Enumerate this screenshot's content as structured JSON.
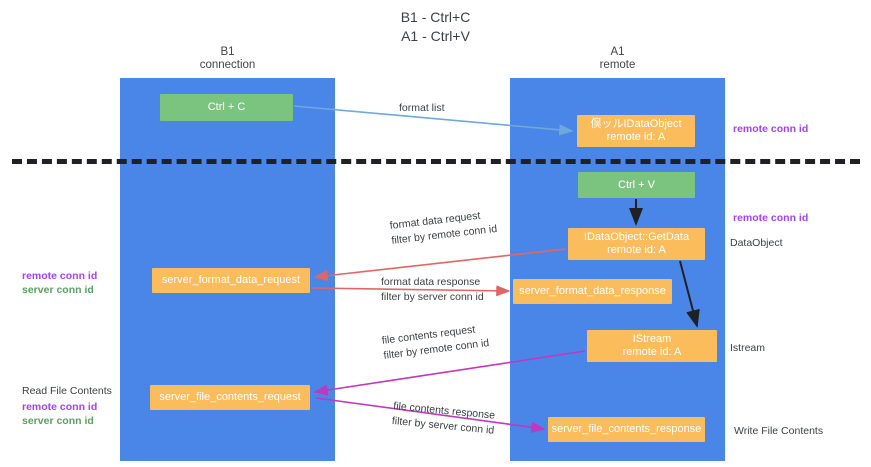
{
  "title": {
    "line1": "B1 - Ctrl+C",
    "line2": "A1 - Ctrl+V"
  },
  "lanes": [
    {
      "id": "b1",
      "line1": "B1",
      "line2": "connection",
      "color": "#4a86e8"
    },
    {
      "id": "a1",
      "line1": "A1",
      "line2": "remote",
      "color": "#4a86e8"
    }
  ],
  "colors": {
    "lane": "#4a86e8",
    "green_node": "#7ac47f",
    "orange_node": "#fbbc5c",
    "remote_conn_id": "#a142f4",
    "server_conn_id": "#5a9e62",
    "arrow_blue": "#6fa8dc",
    "arrow_red": "#e06666",
    "arrow_magenta": "#c038c0",
    "arrow_black": "#202124",
    "separator": "#202124"
  },
  "nodes": {
    "ctrl_c": {
      "label": "Ctrl + C",
      "style": "green"
    },
    "idataobject": {
      "line1": "俣ッルIDataObject",
      "line2": "remote id: A",
      "style": "orange"
    },
    "ctrl_v": {
      "label": "Ctrl + V",
      "style": "green"
    },
    "getdata": {
      "line1": "IDataObject::GetData",
      "line2": "remote id: A",
      "style": "orange"
    },
    "server_format_data_request": {
      "label": "server_format_data_request",
      "style": "orange"
    },
    "server_format_data_response": {
      "label": "server_format_data_response",
      "style": "orange"
    },
    "istream": {
      "line1": "IStream",
      "line2": "remote id: A",
      "style": "orange"
    },
    "server_file_contents_request": {
      "label": "server_file_contents_request",
      "style": "orange"
    },
    "server_file_contents_response": {
      "label": "server_file_contents_response",
      "style": "orange"
    }
  },
  "messages": {
    "format_list": "format list",
    "format_data_request": "format data request",
    "format_data_request_filter_prefix": "filter by ",
    "format_data_request_filter_value": "remote conn id",
    "format_data_response": "format data response",
    "format_data_response_filter_prefix": "filter by ",
    "format_data_response_filter_value": "server conn id",
    "file_contents_request": "file contents request",
    "file_contents_request_filter_prefix": "filter by ",
    "file_contents_request_filter_value": "remote conn id",
    "file_contents_response": "file contents response",
    "file_contents_response_filter_prefix": "filter by ",
    "file_contents_response_filter_value": "server conn id"
  },
  "annotations": {
    "remote_conn_id_top": "remote conn id",
    "remote_conn_id_mid": "remote conn id",
    "dataobject": "DataObject",
    "istream_side": "Istream",
    "write_file_contents": "Write File Contents",
    "read_file_contents": "Read File Contents",
    "left_remote_conn_id_1": "remote conn id",
    "left_server_conn_id_1": "server conn id",
    "left_remote_conn_id_2": "remote conn id",
    "left_server_conn_id_2": "server conn id"
  }
}
